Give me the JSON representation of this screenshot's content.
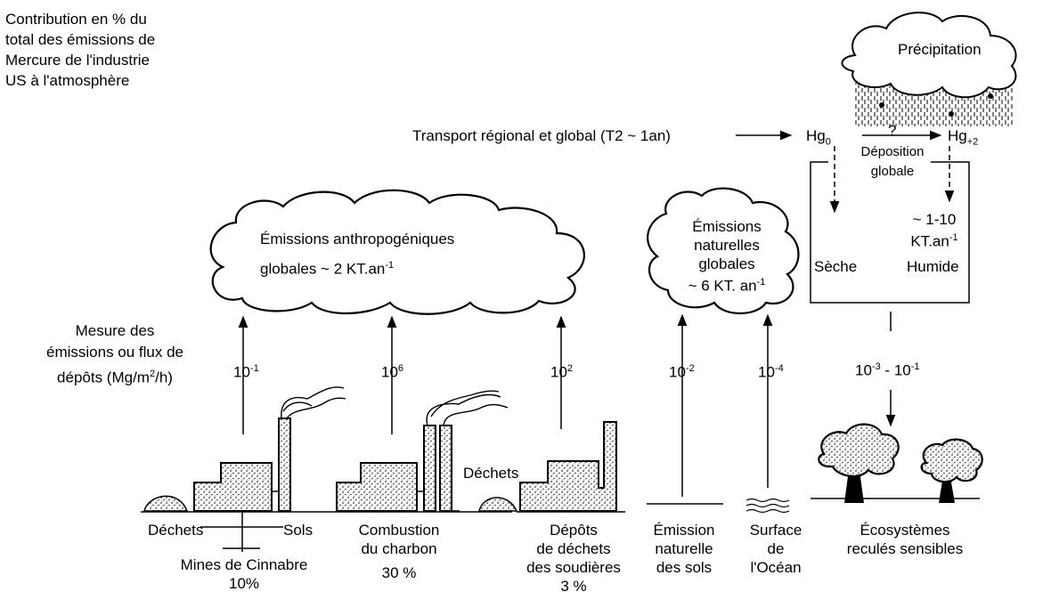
{
  "header": {
    "contribution_lines": [
      "Contribution en % du",
      "total des émissions de",
      "Mercure de l'industrie",
      "US à l'atmosphère"
    ]
  },
  "transport": {
    "label": "Transport régional et global (T2 ~ 1an)",
    "hg0_base": "Hg",
    "hg0_sub": "0",
    "hg2_base": "Hg",
    "hg2_sub": "+2",
    "question": "?",
    "precipitation": "Précipitation",
    "deposition_lines": [
      "Déposition",
      "globale"
    ],
    "dry": "Sèche",
    "wet": "Humide",
    "wet_flux_lines": [
      "~ 1-10",
      "KT.an"
    ],
    "wet_flux_exp": "-1"
  },
  "clouds": {
    "anthropogenic_line1": "Émissions anthropogéniques",
    "anthropogenic_line2": "globales ~ 2 KT.an",
    "anthropogenic_exp": "-1",
    "natural_lines": [
      "Émissions",
      "naturelles",
      "globales"
    ],
    "natural_line4": "~ 6 KT. an",
    "natural_exp": "-1"
  },
  "measure": {
    "lines": [
      "Mesure des",
      "émissions ou flux de"
    ],
    "line3_a": "dépôts (Mg/m",
    "line3_exp": "2",
    "line3_b": "/h)"
  },
  "fluxes": [
    {
      "base": "10",
      "exp": "-1"
    },
    {
      "base": "10",
      "exp": "6"
    },
    {
      "base": "10",
      "exp": "2"
    },
    {
      "base": "10",
      "exp": "-2"
    },
    {
      "base": "10",
      "exp": "-4"
    },
    {
      "base": "10",
      "exp": "-3",
      "base2": "10",
      "exp2": "-1",
      "sep": " - "
    }
  ],
  "sources": {
    "dechets_left": "Déchets",
    "sols": "Sols",
    "mines_lines": [
      "Mines de Cinnabre",
      "10%"
    ],
    "combustion_lines": [
      "Combustion",
      "du charbon",
      "30 %"
    ],
    "dechets_mid": "Déchets",
    "depots_lines": [
      "Dépôts",
      "de déchets",
      "des soudières",
      "3 %"
    ],
    "emission_lines": [
      "Émission",
      "naturelle",
      "des sols"
    ],
    "surface_lines": [
      "Surface",
      "de",
      "l'Océan"
    ],
    "ecosystems_lines": [
      "Écosystèmes",
      "reculés sensibles"
    ]
  }
}
